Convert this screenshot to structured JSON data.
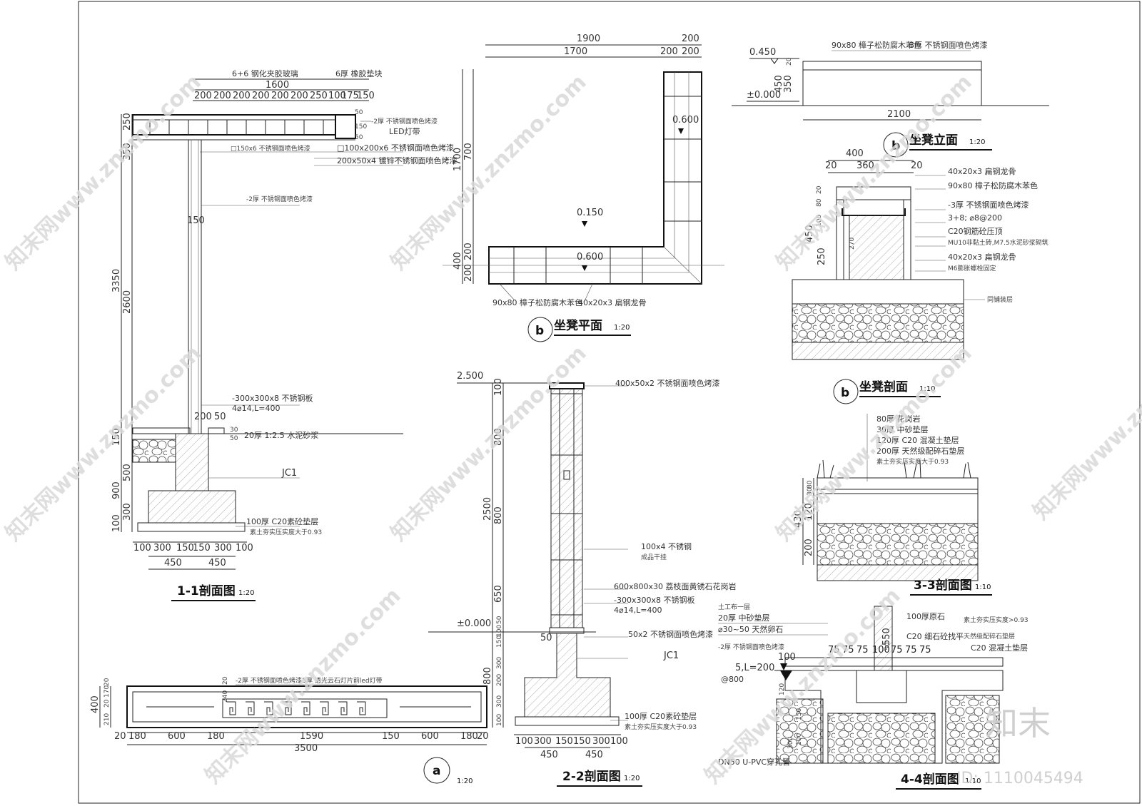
{
  "watermark": {
    "text": "知末网www.znzmo.com",
    "brand": "知末",
    "id": "ID: 1110045494"
  },
  "titles": {
    "s11": {
      "label": "1-1剖面图",
      "scale": "1:20"
    },
    "s22": {
      "label": "2-2剖面图",
      "scale": "1:20"
    },
    "s33": {
      "label": "3-3剖面图",
      "scale": "1:10"
    },
    "s44": {
      "label": "4-4剖面图",
      "scale": "1:10"
    },
    "bench_plan": {
      "mark": "b",
      "label": "坐凳平面",
      "scale": "1:20"
    },
    "bench_elev": {
      "mark": "b",
      "label": "坐凳立面",
      "scale": "1:20"
    },
    "bench_sec": {
      "mark": "b",
      "label": "坐凳剖面",
      "scale": "1:10"
    },
    "a_detail": {
      "mark": "a",
      "scale": "1:20"
    }
  },
  "s11": {
    "top_notes": [
      "6+6 钢化夹胶玻璃",
      "6厚 橡胶垫块"
    ],
    "top_dims": [
      "1600",
      "200",
      "200",
      "200",
      "200",
      "200",
      "200",
      "250",
      "100",
      "175",
      "150"
    ],
    "right_notes": [
      "-2厚 不锈钢面喷色烤漆",
      "LED灯带",
      "□150x6 不锈钢面喷色烤漆",
      "□100x200x6 不锈钢面喷色烤漆",
      "200x50x4 镀锌不锈钢面喷色烤漆",
      "-2厚 不锈钢面喷色烤漆"
    ],
    "right_vert": [
      "50",
      "150",
      "50"
    ],
    "mid_dim": "150",
    "left_dims": [
      "250",
      "350",
      "3350",
      "2600",
      "150",
      "500",
      "900",
      "300",
      "100"
    ],
    "plate": [
      "-300x300x8 不锈钢板",
      "4⌀14,L=400"
    ],
    "small_dims": [
      "200",
      "50",
      "20厚 1:2.5 水泥砂浆",
      "30",
      "50"
    ],
    "jc": "JC1",
    "base_notes": [
      "100厚 C20素砼垫层",
      "素土夯实压实度大于0.93"
    ],
    "bottom_dims": [
      "100",
      "300",
      "150",
      "150",
      "300",
      "100"
    ],
    "bottom_dims2": [
      "450",
      "450"
    ]
  },
  "plan": {
    "dims_top": [
      "1900",
      "200",
      "1700",
      "200",
      "200"
    ],
    "dims_left": [
      "1700",
      "700",
      "400",
      "200",
      "200"
    ],
    "levels": [
      "0.600",
      "0.150",
      "0.600"
    ],
    "notes": [
      "90x80 樟子松防腐木苯色",
      "40x20x3 扁钢龙骨"
    ]
  },
  "elev": {
    "levels": [
      "0.450",
      "±0.000"
    ],
    "notes": [
      "90x80 樟子松防腐木苯色",
      "-3厚 不锈钢面喷色烤漆"
    ],
    "dims": [
      "20",
      "450",
      "350",
      "2100"
    ]
  },
  "bsec": {
    "top_dims": [
      "400",
      "20",
      "360",
      "20"
    ],
    "left_dims": [
      "20",
      "80",
      "100",
      "450",
      "270",
      "250"
    ],
    "notes": [
      "40x20x3 扁钢龙骨",
      "90x80 樟子松防腐木苯色",
      "-3厚 不锈钢面喷色烤漆",
      "3+8; ⌀8@200",
      "C20钢筋砼压顶",
      "MU10非黏土砖,M7.5水泥砂浆砌筑",
      "40x20x3 扁钢龙骨",
      "M6膨胀螺栓固定",
      "同铺装层"
    ]
  },
  "s22": {
    "level_top": "2.500",
    "level_zero": "±0.000",
    "left_dims": [
      "100",
      "800",
      "2500",
      "800",
      "650",
      "100",
      "50",
      "150",
      "300",
      "800",
      "200",
      "300",
      "100"
    ],
    "notes": [
      "400x50x2 不锈钢面喷色烤漆",
      "100x4 不锈钢",
      "成品干挂",
      "600x800x30 荔枝面黄锈石花岗岩",
      "-300x300x8 不锈钢板",
      "4⌀14,L=400",
      "50x2 不锈钢面喷色烤漆",
      "JC1",
      "100厚 C20素砼垫层",
      "素土夯实压实度大于0.93"
    ],
    "small": "50",
    "bottom_dims": [
      "100",
      "300",
      "150",
      "150",
      "300",
      "100"
    ],
    "bottom_dims2": [
      "450",
      "450"
    ]
  },
  "s33": {
    "notes": [
      "80厚 花岗岩",
      "30厚 中砂垫层",
      "120厚 C20 混凝土垫层",
      "200厚 天然级配碎石垫层",
      "素土夯实压实度大于0.93"
    ],
    "dims": [
      "80",
      "30",
      "120",
      "430",
      "200"
    ]
  },
  "s44": {
    "notes_left": [
      "土工布一层",
      "20厚 中砂垫层",
      "⌀30~50 天然卵石",
      "-2厚 不锈钢面喷色烤漆",
      "100",
      "5,L=200",
      "@800",
      "DN50 U-PVC穿孔管"
    ],
    "notes_right": [
      "100厚原石",
      "C20 细石砼找平",
      "素土夯实压实度>0.93",
      "天然级配碎石垫层",
      "C20 混凝土垫层"
    ],
    "dims": [
      "75",
      "75",
      "75",
      "100",
      "75",
      "75",
      "75",
      "550",
      "50",
      "120",
      "300",
      "150",
      "100"
    ]
  },
  "a_detail": {
    "notes": [
      "-2厚 不锈钢面喷色烤漆",
      "-5厚 透光云石灯片前led灯带"
    ],
    "left_dims": [
      "20",
      "170",
      "20",
      "400",
      "210",
      "240",
      "20"
    ],
    "bottom_dims": [
      "20",
      "180",
      "600",
      "180",
      "1590",
      "150",
      "600",
      "180",
      "20"
    ],
    "total": "3500"
  }
}
